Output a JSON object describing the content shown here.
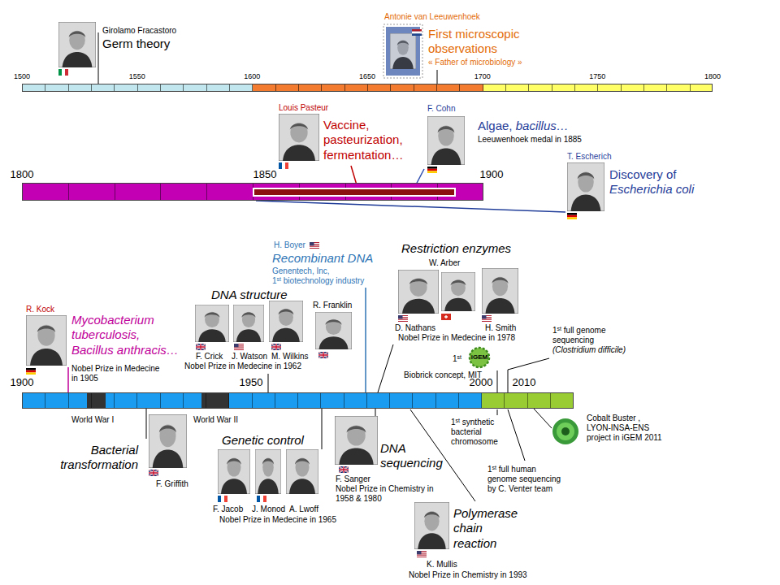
{
  "diagram": {
    "nodes": [
      {
        "text": [
          "1500",
          "1550",
          "1600",
          "1650",
          "1700",
          "1750",
          "1800"
        ]
      },
      {
        "text": [
          "1800",
          "1850",
          "1900"
        ]
      },
      {
        "text": [
          "1900",
          "1950",
          "2000",
          "2010"
        ]
      }
    ],
    "labels": [
      "Girolamo Fracastoro",
      "Germ theory",
      "Antonie van Leeuwenhoek",
      "First microscopic observations",
      "« Father of microbiology »",
      "Louis Pasteur",
      "Vaccine, pasteurization, fermentation…",
      "F. Cohn",
      "Algae, bacillus…",
      "Leeuwenhoek medal in 1885",
      "T. Escherich",
      "Discovery of Escherichia coli",
      "H. Boyer",
      "Recombinant DNA",
      "Genentech, Inc,",
      "1st biotechnology industry",
      "Restriction enzymes",
      "W. Arber",
      "DNA structure",
      "R. Franklin",
      "R. Kock",
      "Mycobacterium tuberculosis, Bacillus anthracis…",
      "Nobel Prize in Medecine in 1905",
      "F. Crick",
      "J. Watson",
      "M. Wilkins",
      "Nobel Prize in Medecine in 1962",
      "D. Nathans",
      "H. Smith",
      "Nobel Prize in Medecine in 1978",
      "1st full genome sequencing (Clostridium difficile)",
      "1st",
      "iGEM",
      "Biobrick concept, MIT",
      "World War I",
      "World War II",
      "Bacterial transformation",
      "F. Griffith",
      "Genetic control",
      "F. Jacob",
      "J. Monod",
      "A. Lwoff",
      "Nobel Prize in Medecine in 1965",
      "DNA sequencing",
      "F. Sanger",
      "Nobel Prize in Chemistry in 1958 & 1980",
      "1st synthetic bacterial chromosome",
      "1st full human genome sequencing by C. Venter team",
      "Cobalt Buster , LYON-INSA-ENS project in iGEM 2011",
      "Polymerase chain reaction",
      "K. Mullis",
      "Nobel Prize in Chemistry in 1993"
    ]
  }
}
